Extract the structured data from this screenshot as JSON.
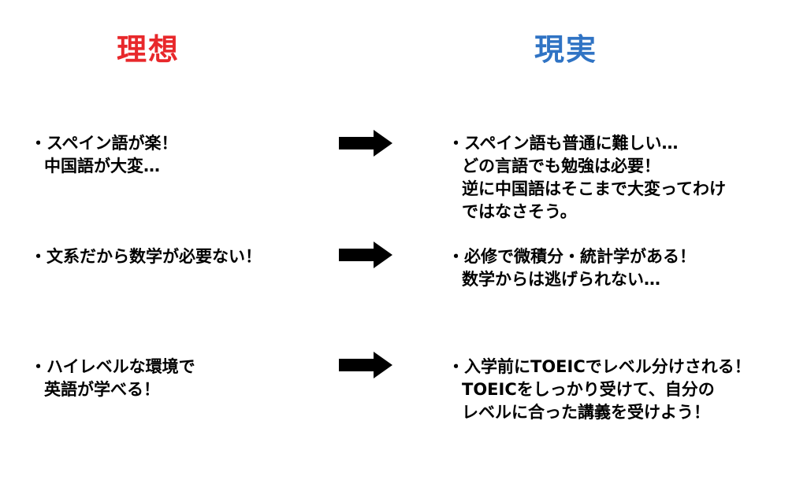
{
  "headings": {
    "ideal": "理想",
    "reality": "現実"
  },
  "colors": {
    "ideal": "#e8282b",
    "reality": "#2f73c4",
    "arrow": "#000000"
  },
  "rows": [
    {
      "ideal": [
        "・スペイン語が楽！",
        "中国語が大変…"
      ],
      "reality": [
        "・スペイン語も普通に難しい…",
        "どの言語でも勉強は必要！",
        "逆に中国語はそこまで大変ってわけ",
        "ではなさそう。"
      ]
    },
    {
      "ideal": [
        "・文系だから数学が必要ない！"
      ],
      "reality": [
        "・必修で微積分・統計学がある！",
        "数学からは逃げられない…"
      ]
    },
    {
      "ideal": [
        "・ハイレベルな環境で",
        "英語が学べる！"
      ],
      "reality": [
        "・入学前にTOEICでレベル分けされる！",
        "TOEICをしっかり受けて、自分の",
        "レベルに合った講義を受けよう！"
      ]
    }
  ]
}
